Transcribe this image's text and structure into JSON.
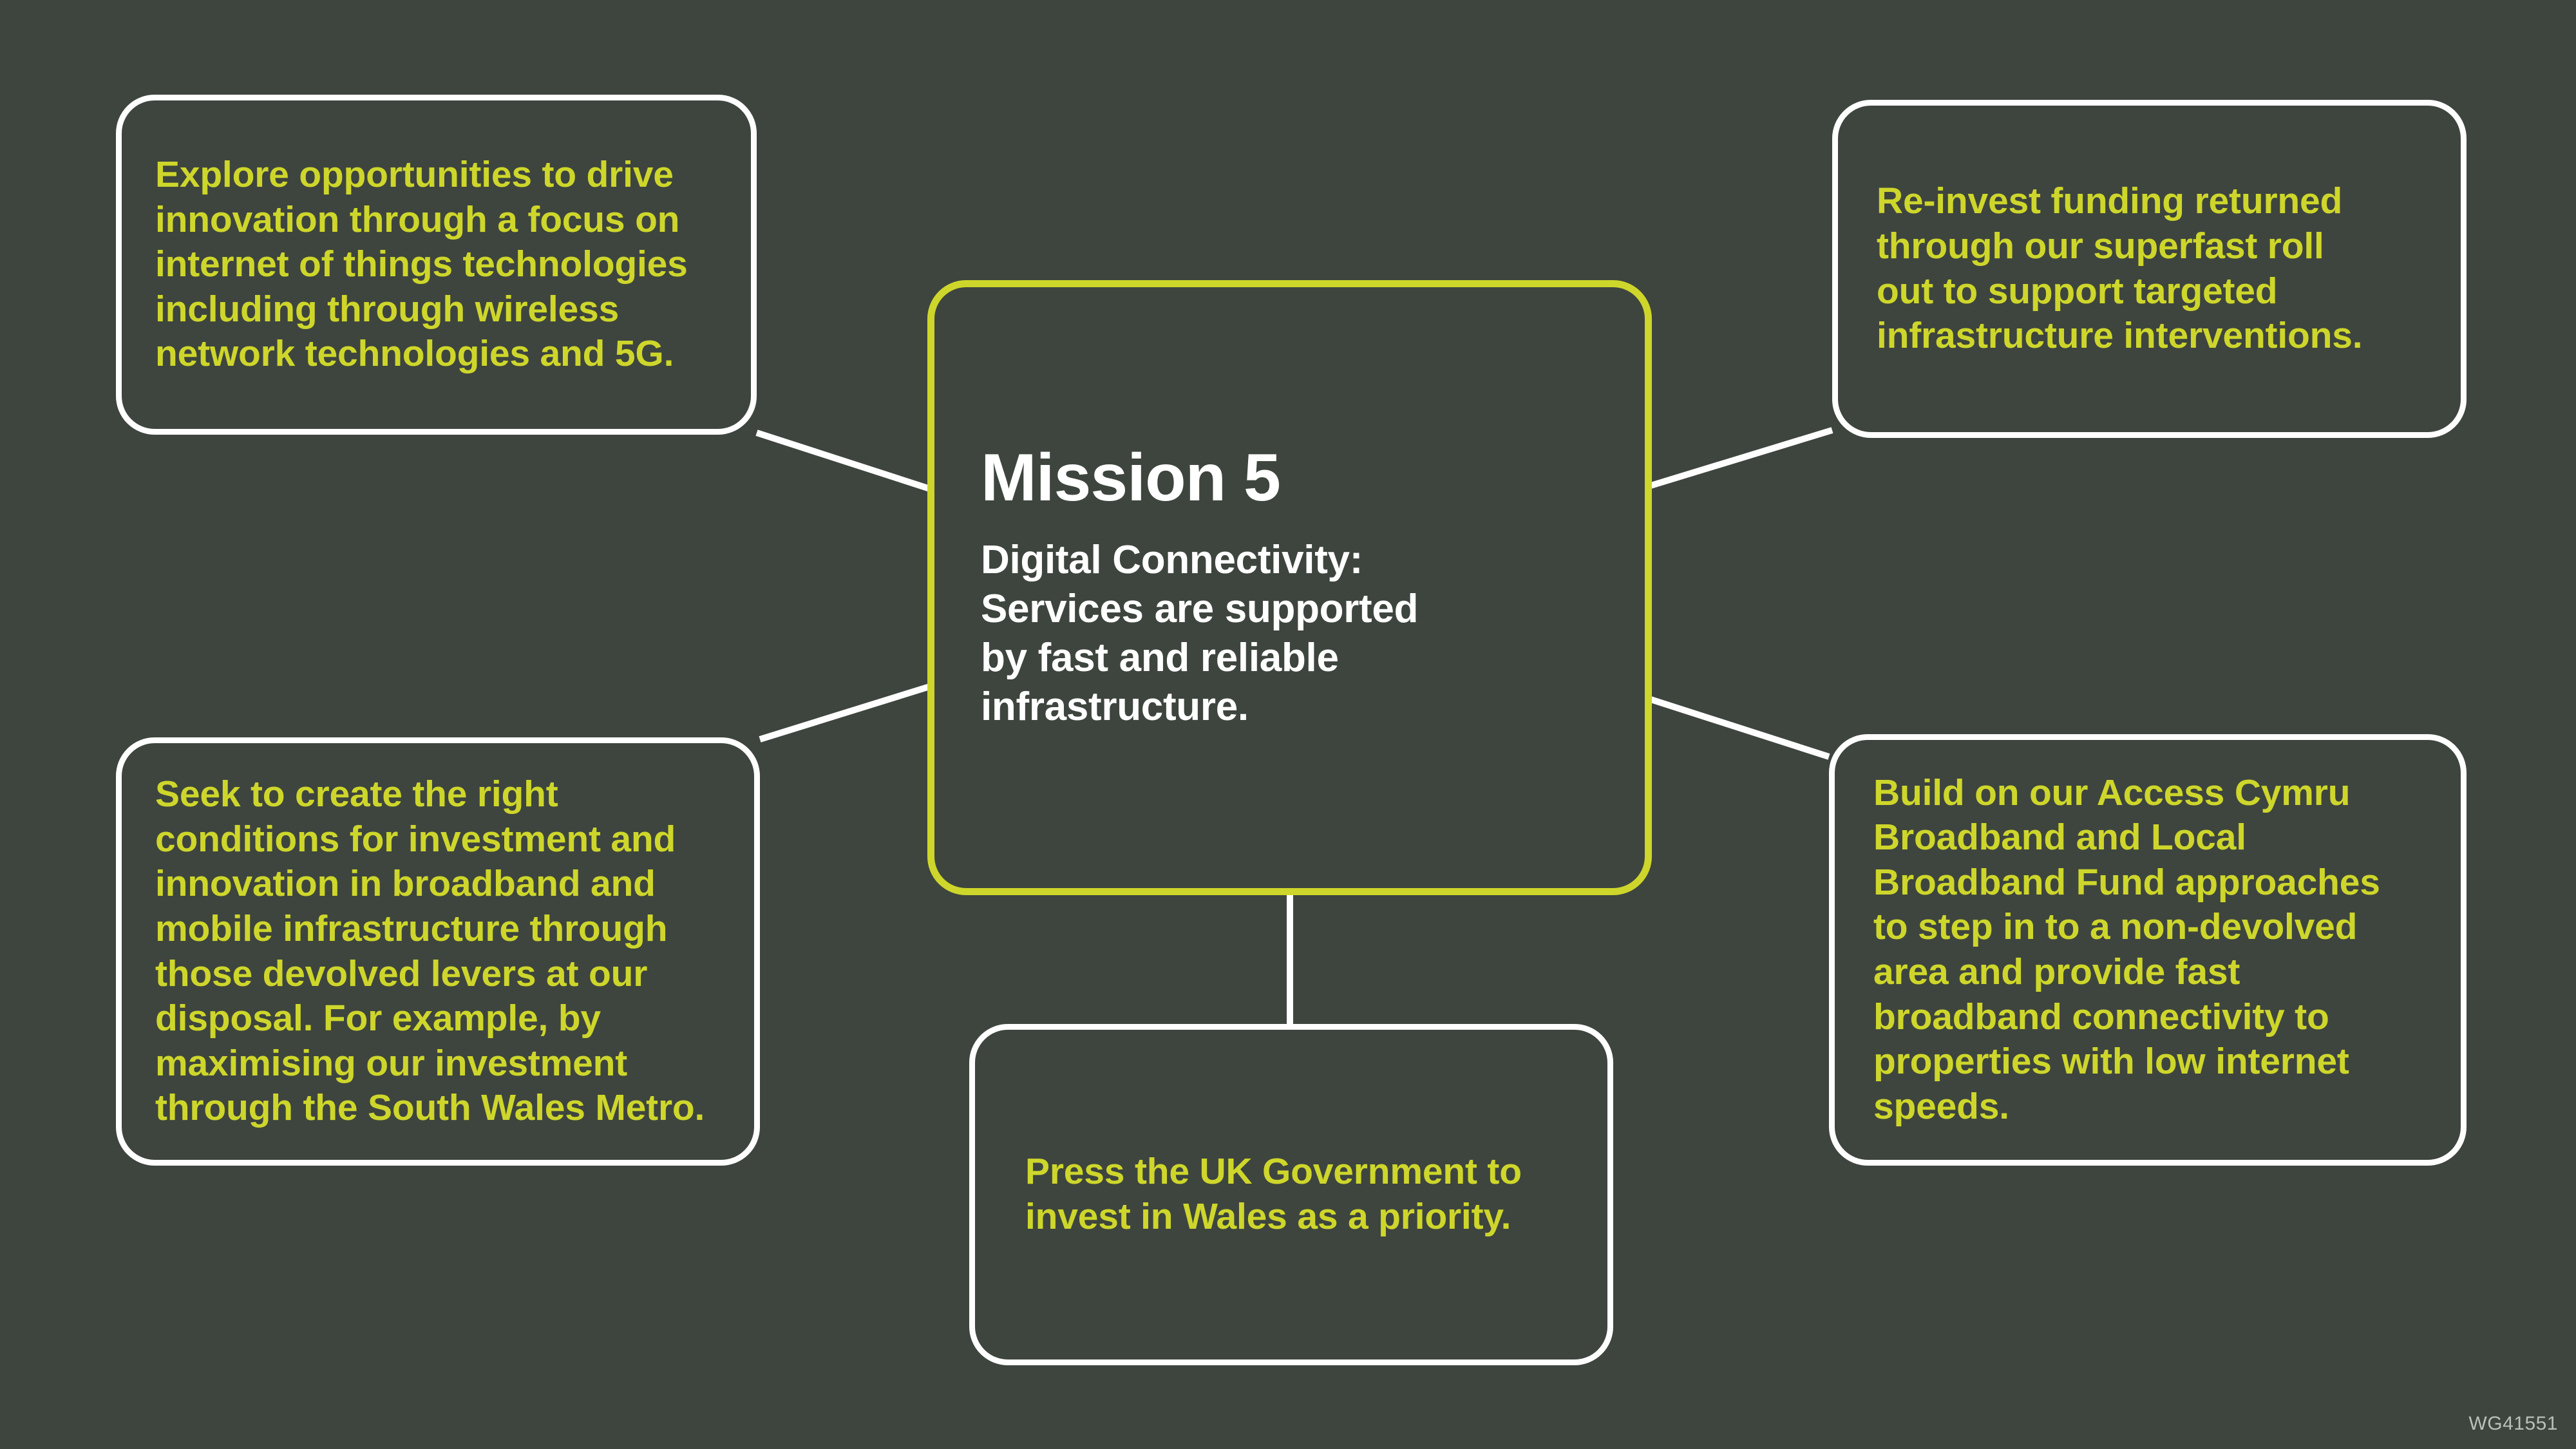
{
  "theme": {
    "background_color": "#3e453e",
    "accent_yellow": "#ced62b",
    "border_white": "#ffffff",
    "title_white": "#ffffff",
    "watermark_color": "#b9c0b9"
  },
  "center": {
    "title": "Mission 5",
    "subtitle": "Digital Connectivity:\nServices are supported\nby fast and reliable\ninfrastructure."
  },
  "nodes": {
    "top_left": {
      "text": "Explore opportunities to drive\ninnovation through a focus on\ninternet of things technologies\nincluding through wireless\nnetwork technologies and 5G."
    },
    "top_right": {
      "text": "Re-invest funding returned\nthrough our superfast roll\nout to support targeted\ninfrastructure interventions."
    },
    "bottom_left": {
      "text": "Seek to create the right\nconditions for investment and\ninnovation in broadband and\nmobile infrastructure through\nthose devolved levers at our\ndisposal. For example, by\nmaximising our investment\nthrough the South Wales Metro."
    },
    "bottom_right": {
      "text": "Build on our Access Cymru\nBroadband and Local\nBroadband Fund approaches\nto step in to a non-devolved\narea and provide fast\nbroadband connectivity to\nproperties with low internet\nspeeds."
    },
    "bottom_center": {
      "text": "Press the UK Government to\ninvest in Wales as a priority."
    }
  },
  "watermark": {
    "code": "WG41551"
  },
  "chart_data": {
    "type": "diagram",
    "title": "Mission 5",
    "subtitle": "Digital Connectivity: Services are supported by fast and reliable infrastructure.",
    "layout": "hub-and-spoke",
    "hub": "Mission 5 - Digital Connectivity",
    "spokes": [
      "Explore opportunities to drive innovation through a focus on internet of things technologies including through wireless network technologies and 5G.",
      "Re-invest funding returned through our superfast roll out to support targeted infrastructure interventions.",
      "Seek to create the right conditions for investment and innovation in broadband and mobile infrastructure through those devolved levers at our disposal. For example, by maximising our investment through the South Wales Metro.",
      "Build on our Access Cymru Broadband and Local Broadband Fund approaches to step in to a non-devolved area and provide fast broadband connectivity to properties with low internet speeds.",
      "Press the UK Government to invest in Wales as a priority."
    ]
  }
}
